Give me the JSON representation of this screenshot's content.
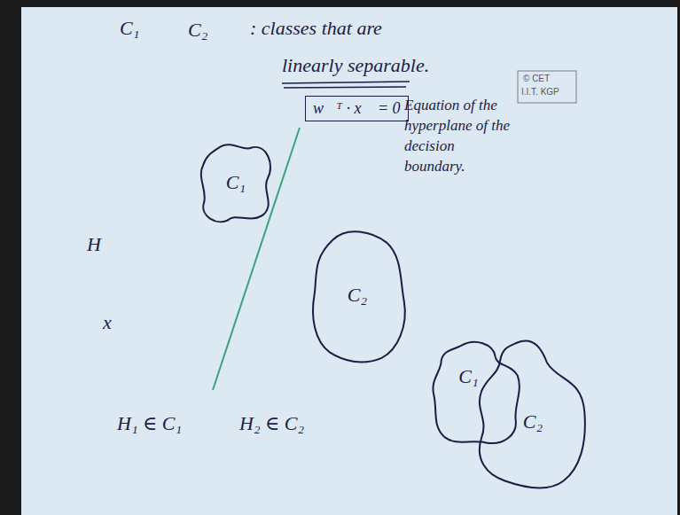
{
  "diagram": {
    "nodes": [
      {
        "text": [
          "w⃗ᵀ · x⃗ = 0"
        ]
      },
      {
        "text": [
          "C₁"
        ]
      },
      {
        "text": [
          "C₂"
        ]
      },
      {
        "text": [
          "C₁"
        ]
      },
      {
        "text": [
          "C₂"
        ]
      }
    ],
    "labels": [
      "C₁",
      "C₂",
      ": classes that are",
      "linearly separable.",
      "Equation of the hyperplane of the decision boundary.",
      "H",
      "x⃗",
      "H₁ ∈ C₁",
      "H₂ ∈ C₂",
      "© CET",
      "I.I.T. KGP"
    ]
  }
}
